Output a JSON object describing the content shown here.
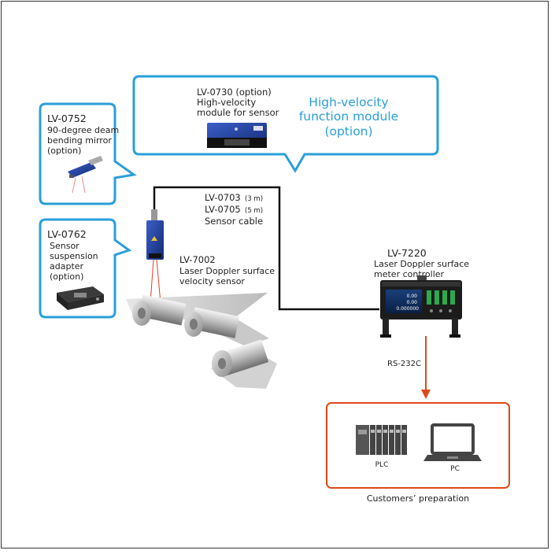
{
  "callouts": {
    "high_velocity": {
      "part_line1": "LV-0730 (option)",
      "part_line2": "High-velocity",
      "part_line3": "module for sensor",
      "title_line1": "High-velocity",
      "title_line2": "function  module",
      "title_line3": "(option)"
    },
    "mirror": {
      "model": "LV-0752",
      "line1": "90-degree deam",
      "line2": "bending mirror",
      "line3": "(option)"
    },
    "adapter": {
      "model": "LV-0762",
      "line1": "Sensor",
      "line2": "suspension",
      "line3": "adapter",
      "line4": "(option)"
    }
  },
  "cable": {
    "model1": "LV-0703",
    "len1": "(3 m)",
    "model2": "LV-0705",
    "len2": "(5 m)",
    "label": "Sensor cable"
  },
  "sensor": {
    "model": "LV-7002",
    "line1": "Laser Doppler surface",
    "line2": "velocity sensor"
  },
  "controller": {
    "model": "LV-7220",
    "line1": "Laser Doppler surface",
    "line2": "meter controller",
    "display_values": [
      "0.00",
      "0.00",
      "0.000000"
    ]
  },
  "link": {
    "label": "RS-232C"
  },
  "customer": {
    "plc_label": "PLC",
    "pc_label": "PC",
    "caption": "Customers’ preparation"
  },
  "colors": {
    "callout_border": "#2a9fd8",
    "title_blue": "#2a9fd8",
    "arrow": "#e0481b",
    "customer_border": "#e0481b",
    "cable": "#111111",
    "laser": "#e23b2b"
  }
}
